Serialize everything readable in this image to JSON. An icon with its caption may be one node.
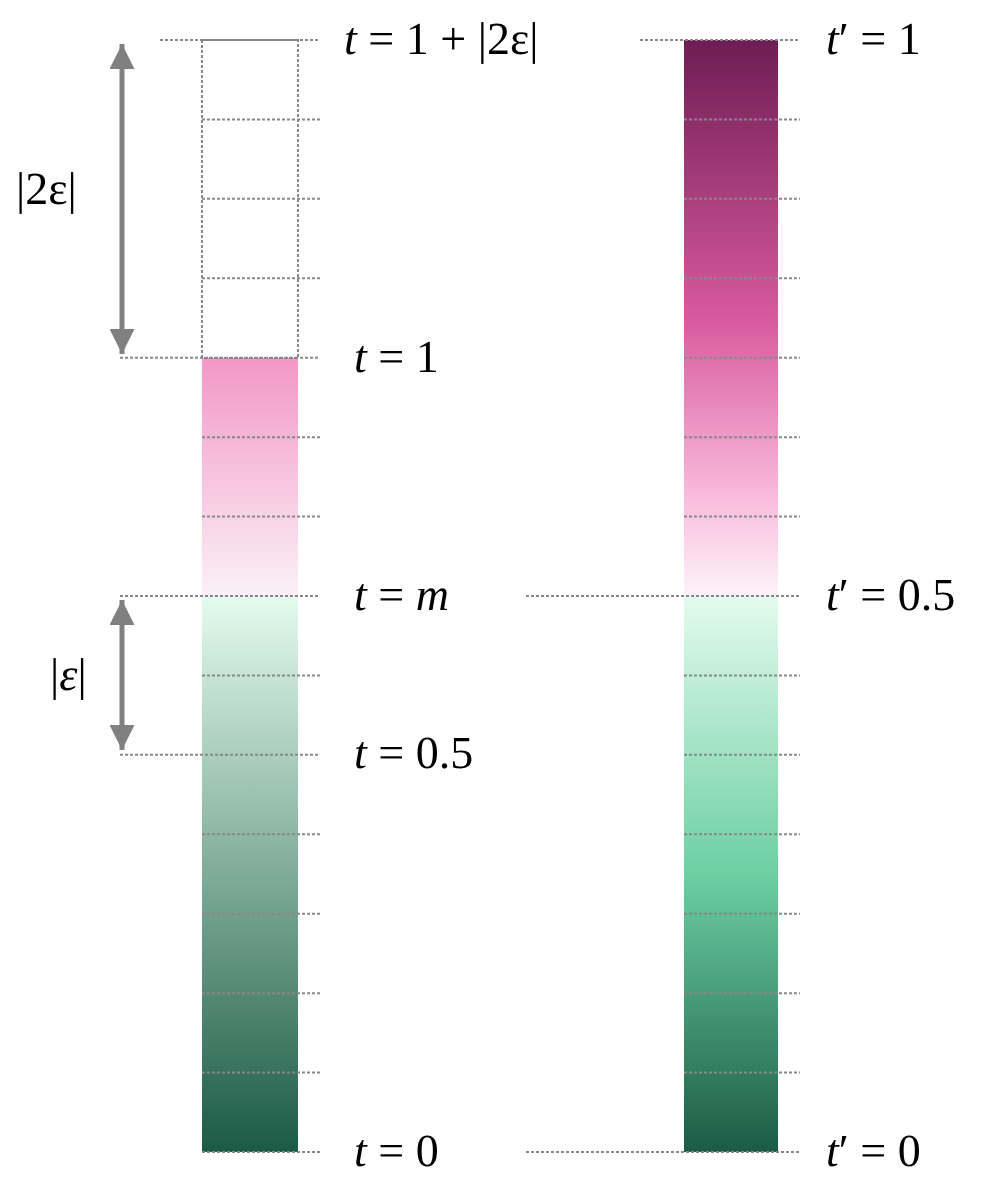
{
  "diagram": {
    "labels": [
      "*t* = 1 + |2ε|",
      "|2ε|",
      "*t* = 1",
      "*t* = *m*",
      "|*ε*|",
      "*t* = 0.5",
      "*t* = 0",
      "*t*′ = 1",
      "*t*′ = 0.5",
      "*t*′ = 0"
    ]
  }
}
